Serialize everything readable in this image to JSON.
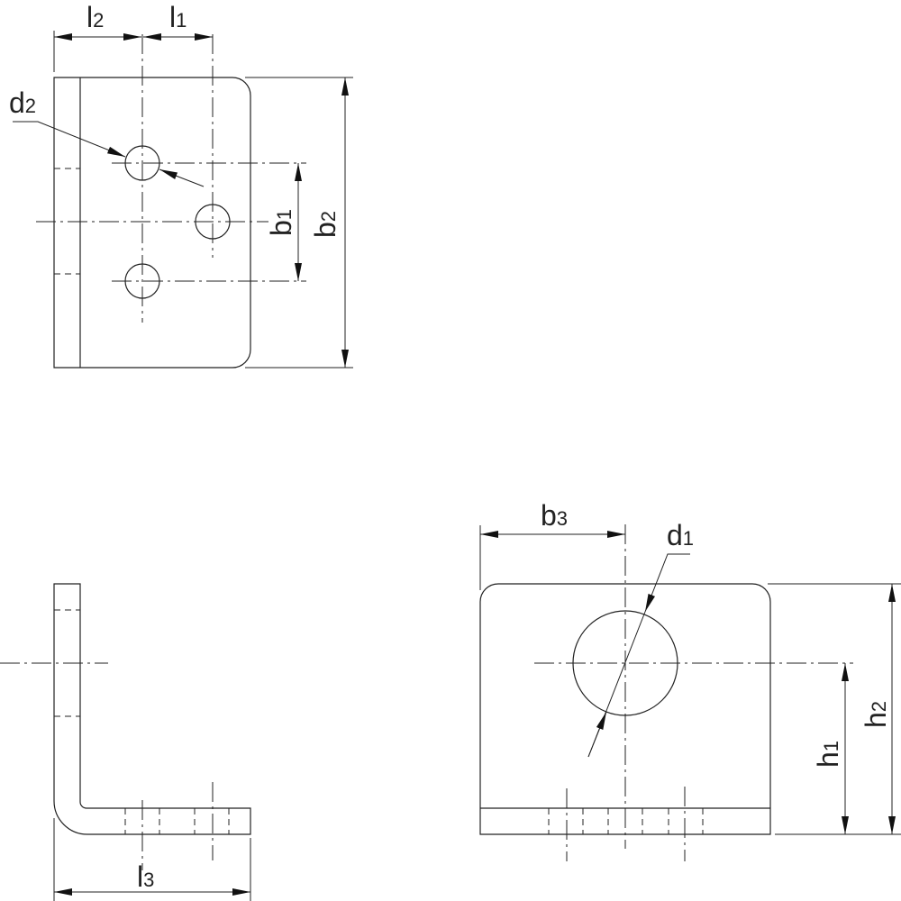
{
  "drawing": {
    "views": [
      "top-view",
      "side-view",
      "front-view"
    ],
    "dimensions": {
      "l1": {
        "base": "l",
        "sub": "1"
      },
      "l2": {
        "base": "l",
        "sub": "2"
      },
      "l3": {
        "base": "l",
        "sub": "3"
      },
      "d1": {
        "base": "d",
        "sub": "1"
      },
      "d2": {
        "base": "d",
        "sub": "2"
      },
      "b1": {
        "base": "b",
        "sub": "1"
      },
      "b2": {
        "base": "b",
        "sub": "2"
      },
      "b3": {
        "base": "b",
        "sub": "3"
      },
      "h1": {
        "base": "h",
        "sub": "1"
      },
      "h2": {
        "base": "h",
        "sub": "2"
      }
    }
  }
}
